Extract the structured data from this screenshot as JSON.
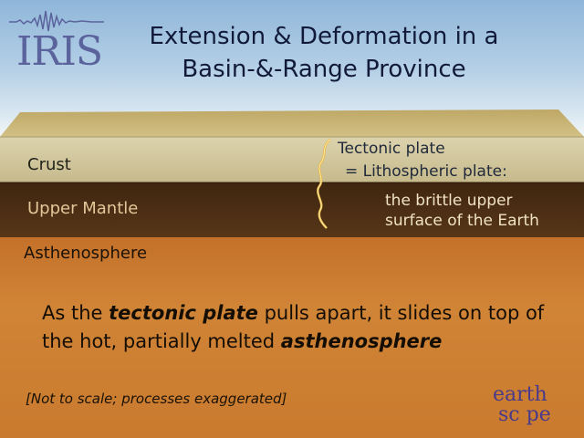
{
  "title": {
    "line1": "Extension & Deformation in a",
    "line2": "Basin-&-Range Province"
  },
  "logo": {
    "text": "IRIS"
  },
  "layers": {
    "crust": "Crust",
    "upper_mantle": "Upper Mantle",
    "asthenosphere": "Asthenosphere"
  },
  "annotation": {
    "line1": "Tectonic plate",
    "line2": "= Lithospheric plate:",
    "line3": "the brittle upper",
    "line4": "surface of the Earth"
  },
  "caption": {
    "part1": "As the ",
    "term1": "tectonic plate",
    "part2": " pulls apart, it slides on top of the hot, partially melted ",
    "term2": "asthenosphere"
  },
  "note": "[Not to scale; processes exaggerated]",
  "earthscope": {
    "line1": "earth",
    "line2": "sc  pe"
  },
  "colors": {
    "sky_top": "#8fb6d9",
    "crust_top": "#c9b57a",
    "crust_front": "#d4c9a2",
    "upper_mantle": "#4a2e14",
    "asthenosphere": "#c97a2a",
    "brace": "#e8b84a",
    "logo": "#5b639c"
  },
  "icons": [
    "iris-logo-icon",
    "seismogram-icon",
    "curly-brace-icon",
    "earthscope-logo-icon"
  ]
}
